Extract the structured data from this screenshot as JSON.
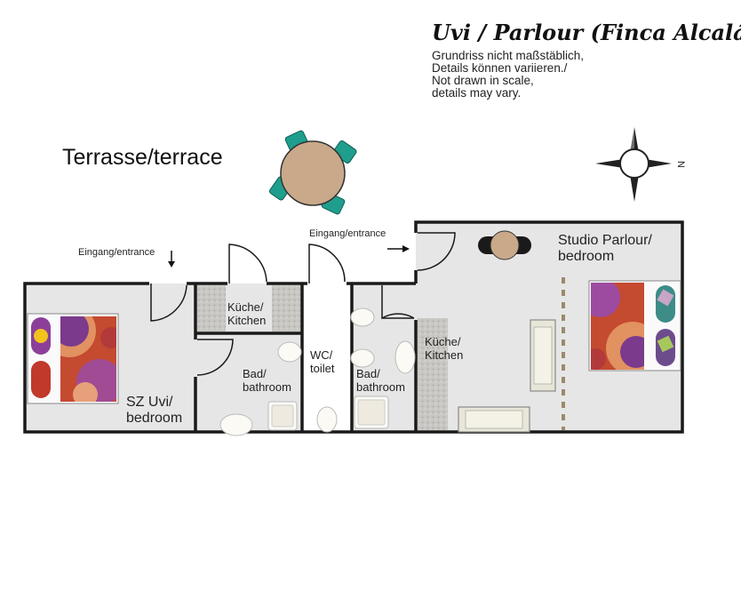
{
  "header": {
    "title": "Uvi / Parlour (Finca Alcalá)",
    "note_lines": [
      "Grundriss nicht maßstäblich,",
      "Details können variieren./",
      "Not drawn in scale,",
      "details may vary."
    ]
  },
  "compass": {
    "label": "N"
  },
  "labels": {
    "terrace": "Terrasse/terrace",
    "entrance_left": "Eingang/entrance",
    "entrance_right": "Eingang/entrance"
  },
  "rooms": {
    "sz_uvi": [
      "SZ Uvi/",
      "bedroom"
    ],
    "kitchen_left": [
      "Küche/",
      "Kitchen"
    ],
    "bath_left": [
      "Bad/",
      "bathroom"
    ],
    "wc": [
      "WC/",
      "toilet"
    ],
    "bath_right": [
      "Bad/",
      "bathroom"
    ],
    "kitchen_right": [
      "Küche/",
      "Kitchen"
    ],
    "studio": [
      "Studio Parlour/",
      "bedroom"
    ]
  },
  "colors": {
    "wall": "#1a1a1a",
    "floor": "#e6e6e6",
    "counter": "#c8c6c2",
    "table": "#c9a98a",
    "chair": "#1f9e8d",
    "bedspread": "#c44a30",
    "divider": "#9a8a6a"
  }
}
